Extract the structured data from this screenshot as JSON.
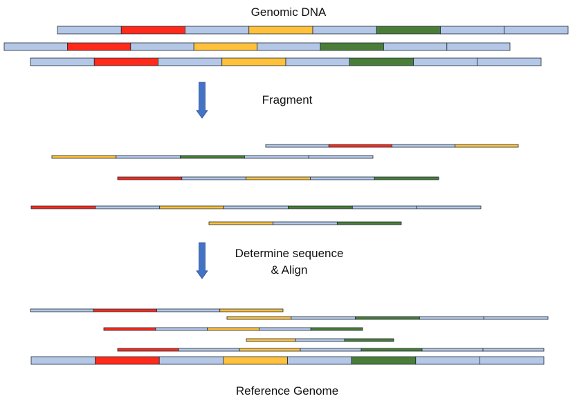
{
  "labels": {
    "title": "Genomic DNA",
    "fragment": "Fragment",
    "determine": "Determine sequence",
    "align": "& Align",
    "reference": "Reference Genome"
  },
  "colors": {
    "blue": "#b4c7e7",
    "red": "#ff2a1a",
    "orange": "#ffc13b",
    "green": "#4a7e38",
    "arrow": "#4472c4",
    "stroke": "#1b2733"
  },
  "arrow_icons": [
    "down-arrow-icon",
    "down-arrow-icon"
  ]
}
